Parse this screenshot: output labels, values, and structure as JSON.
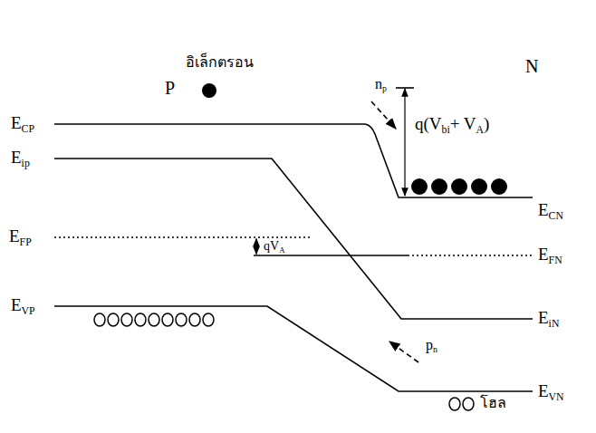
{
  "diagram": {
    "labels": [
      "อิเล็กตรอน",
      "P",
      "N",
      "E",
      "CP",
      "n",
      "p",
      "q(V",
      "bi",
      "+ V",
      "A",
      ")",
      "E",
      "ip",
      "E",
      "CN",
      "E",
      "FP",
      "qV",
      "A",
      "E",
      "FN",
      "E",
      "iN",
      "E",
      "VP",
      "p",
      "n",
      "E",
      "VN",
      "โฮล"
    ]
  }
}
